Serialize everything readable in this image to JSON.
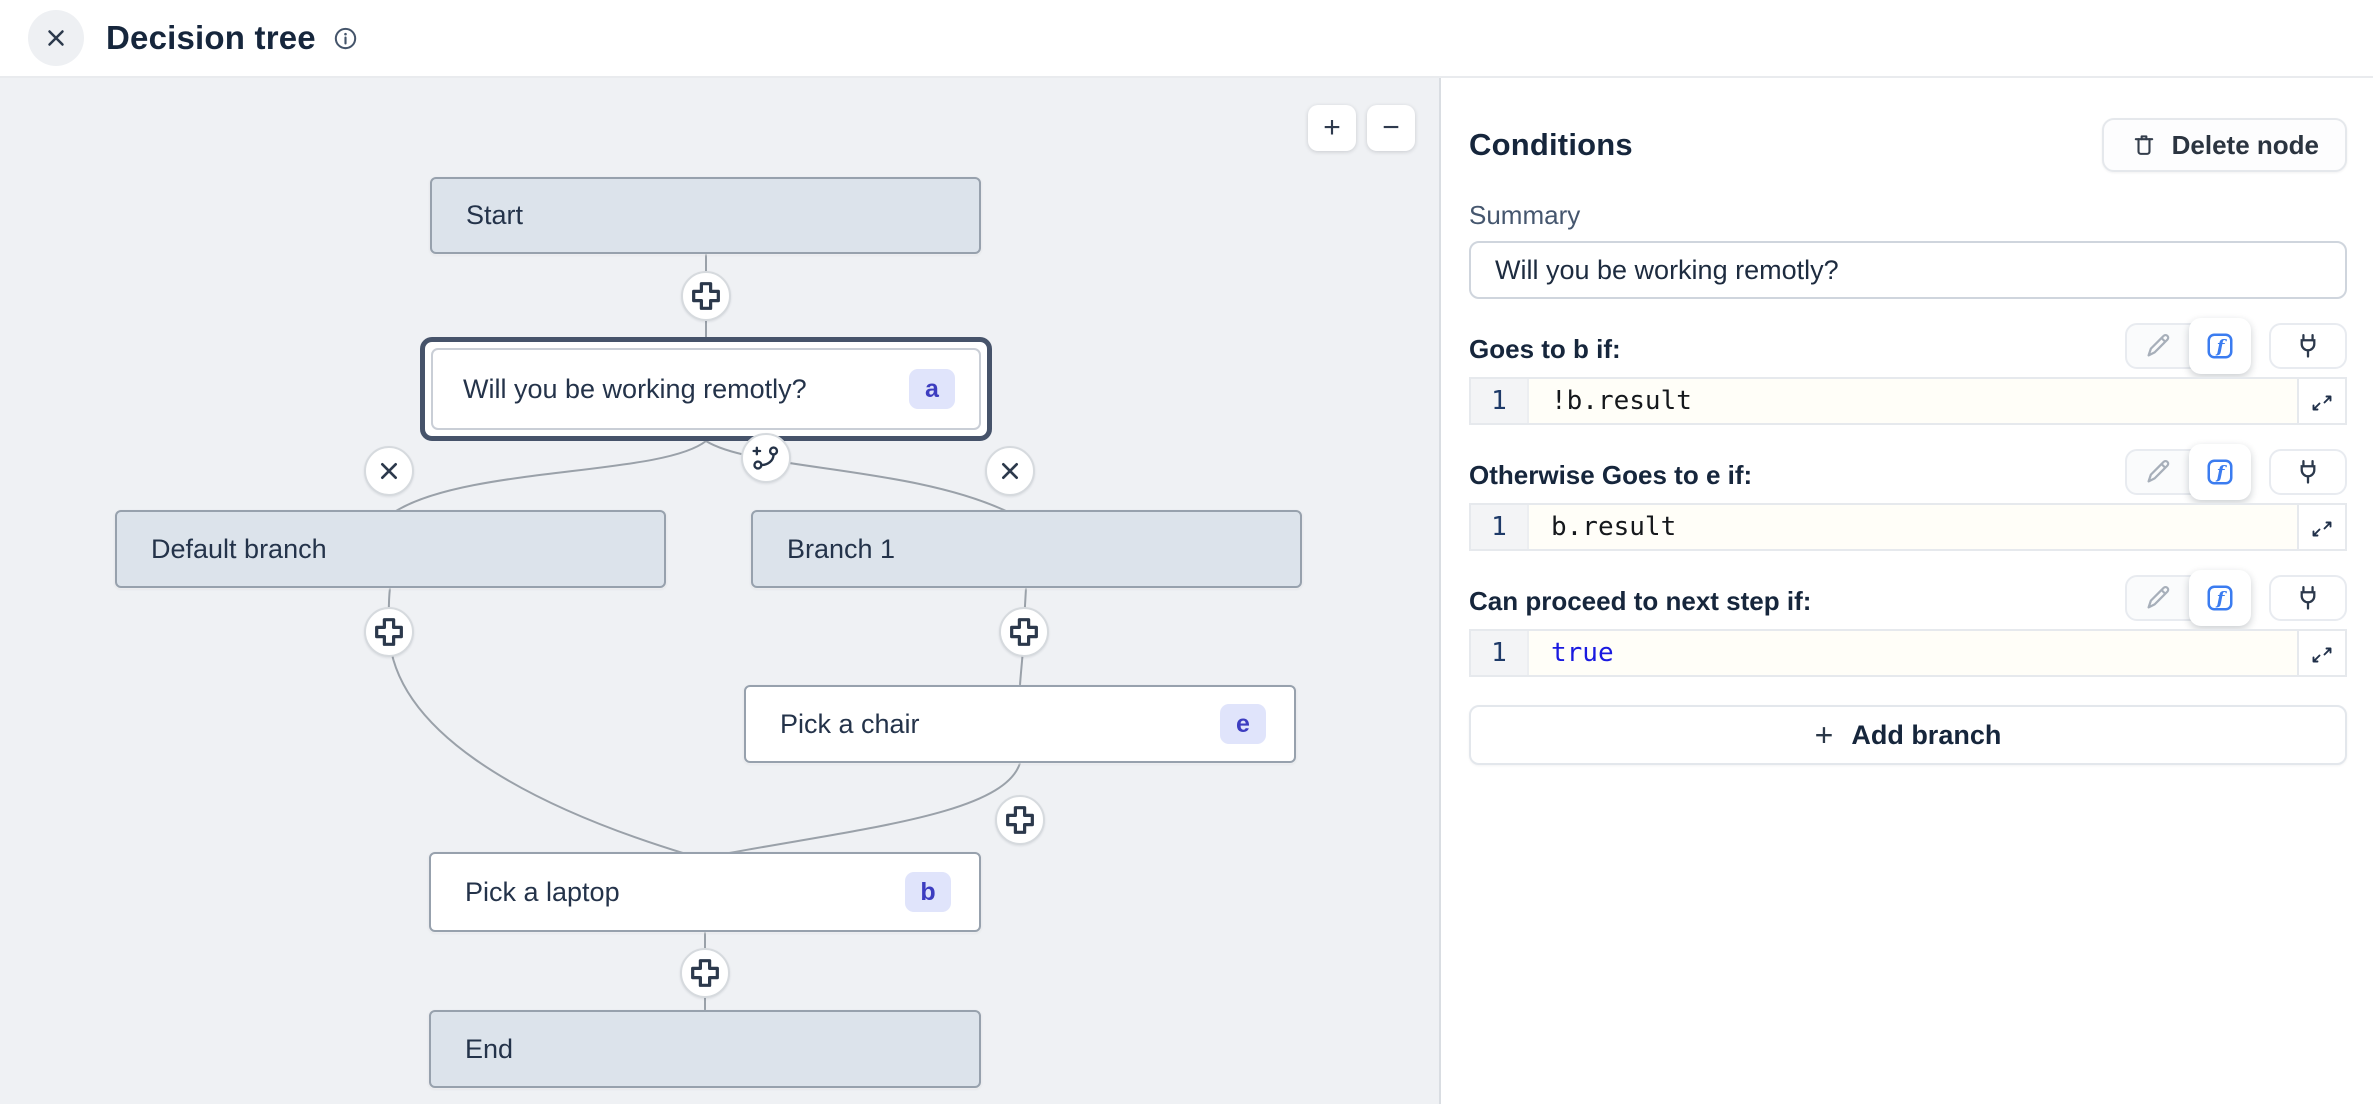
{
  "titlebar": {
    "title": "Decision tree"
  },
  "canvas": {
    "zoom_in": "+",
    "zoom_out": "−",
    "nodes": {
      "start": {
        "label": "Start"
      },
      "question": {
        "label": "Will you be working remotly?",
        "badge": "a"
      },
      "default_branch": {
        "label": "Default branch"
      },
      "branch_1": {
        "label": "Branch 1"
      },
      "pick_chair": {
        "label": "Pick a chair",
        "badge": "e"
      },
      "pick_laptop": {
        "label": "Pick a laptop",
        "badge": "b"
      },
      "end": {
        "label": "End"
      }
    }
  },
  "panel": {
    "title": "Conditions",
    "delete_button": "Delete node",
    "summary_label": "Summary",
    "summary_value": "Will you be working remotly?",
    "conditions": [
      {
        "label": "Goes to b if:",
        "line": "1",
        "code": "!b.result",
        "kind": "plain"
      },
      {
        "label": "Otherwise Goes to e if:",
        "line": "1",
        "code": "b.result",
        "kind": "plain"
      },
      {
        "label": "Can proceed to next step if:",
        "line": "1",
        "code": "true",
        "kind": "keyword"
      }
    ],
    "add_branch_label": "Add branch",
    "colors": {
      "accent_blue": "#3b7cf0",
      "keyword_blue": "#1a1ae0"
    }
  }
}
